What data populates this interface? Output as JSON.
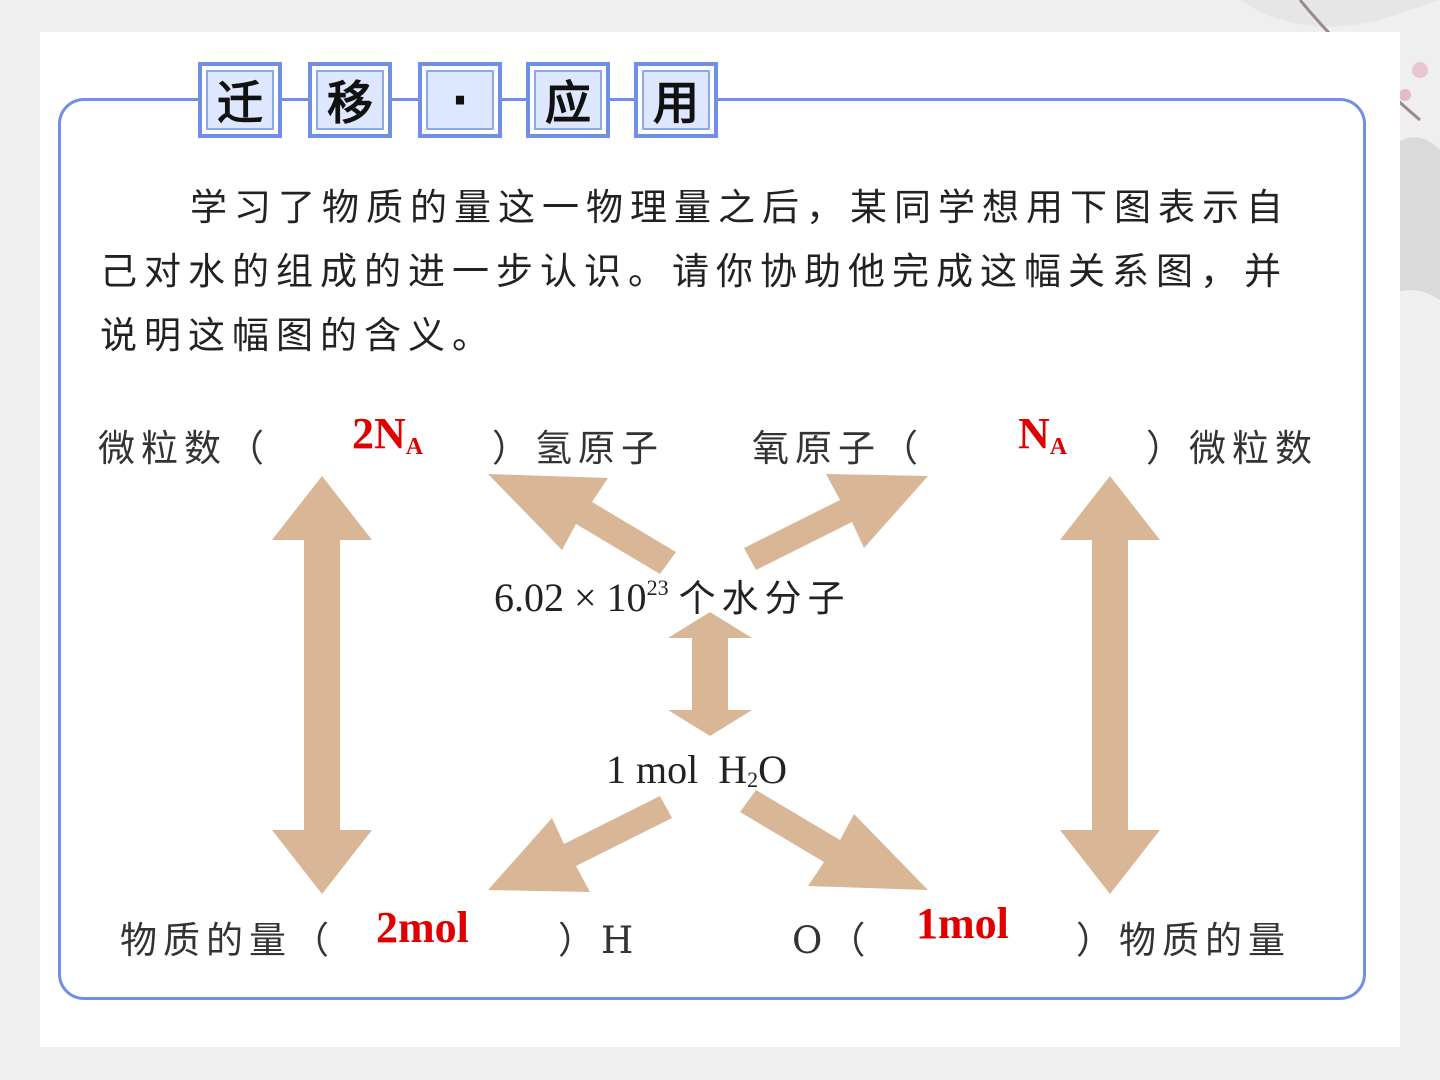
{
  "title": {
    "chars": [
      "迁",
      "移",
      "·",
      "应",
      "用"
    ]
  },
  "problem_text": "学习了物质的量这一物理量之后，某同学想用下图表示自己对水的组成的进一步认识。请你协助他完成这幅关系图，并说明这幅图的含义。",
  "diagram": {
    "top_left_prefix": "微粒数（",
    "top_left_answer_main": "2N",
    "top_left_answer_sub": "A",
    "top_left_suffix": "）氢原子",
    "top_right_prefix": "氧原子（",
    "top_right_answer_main": "N",
    "top_right_answer_sub": "A",
    "top_right_suffix": "）微粒数",
    "center_count_base": "6.02 × 10",
    "center_count_exp": "23",
    "center_count_unit": "个水分子",
    "center_mol_prefix": "1 mol  H",
    "center_mol_sub": "2",
    "center_mol_suffix": "O",
    "bottom_left_prefix": "物质的量（",
    "bottom_left_answer": "2mol",
    "bottom_left_suffix": "）H",
    "bottom_right_prefix": "O（",
    "bottom_right_answer": "1mol",
    "bottom_right_suffix": "）物质的量"
  },
  "colors": {
    "frame": "#6f8fe3",
    "arrow": "#d8b696",
    "answer": "#e00000",
    "title_fill": "#dde7ff"
  }
}
